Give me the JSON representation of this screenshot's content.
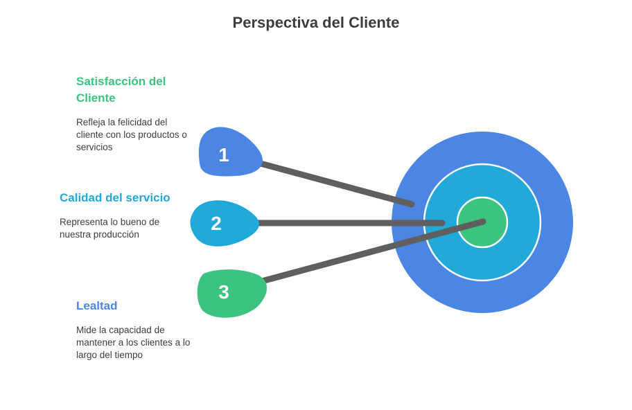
{
  "title": "Perspectiva del Cliente",
  "items": [
    {
      "number": "1",
      "title": "Satisfacción del Cliente",
      "description": "Refleja la felicidad del cliente con los productos o servicios",
      "color": "#3cc37f",
      "pin_color": "#4b86e4"
    },
    {
      "number": "2",
      "title": "Calidad del servicio",
      "description": "Representa lo bueno de nuestra producción",
      "color": "#20a9d9",
      "pin_color": "#20a9d9"
    },
    {
      "number": "3",
      "title": "Lealtad",
      "description": "Mide la capacidad de mantener a los clientes a lo largo del tiempo",
      "color": "#4b86e4",
      "pin_color": "#3cc37f"
    }
  ],
  "target_colors": {
    "outer": "#4b86e4",
    "middle": "#20a9d9",
    "inner": "#3cc37f",
    "stick": "#5f5f5f"
  }
}
